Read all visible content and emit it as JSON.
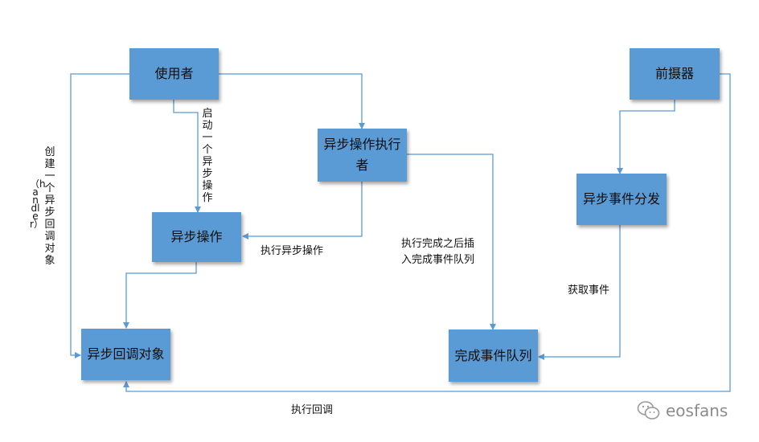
{
  "nodes": {
    "user": "使用者",
    "async_executor": "异步操作执行者",
    "async_op": "异步操作",
    "callback": "异步回调对象",
    "demultiplexer": "前摄器",
    "dispatcher": "异步事件分发",
    "completion_queue": "完成事件队列"
  },
  "edges": {
    "start_async": "启动一个异步操作",
    "create_callback_a": "创建一个异步回调对象",
    "create_callback_b": "（handler）",
    "execute_async": "执行异步操作",
    "insert_queue_1": "执行完成之后插",
    "insert_queue_2": "入完成事件队列",
    "fetch_event": "获取事件",
    "execute_callback": "执行回调"
  },
  "watermark": "eosfans",
  "colors": {
    "box": "#5b9bd5",
    "line": "#5b9bd5"
  }
}
